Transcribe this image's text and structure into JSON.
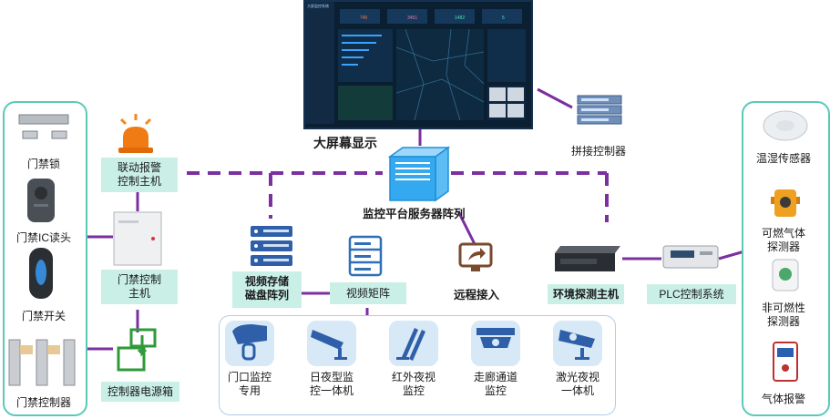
{
  "top": {
    "big_screen": "大屏幕显示",
    "splice_controller": "拼接控制器",
    "server_array": "监控平台服务器阵列",
    "remote_access": "远程接入"
  },
  "dashboard": {
    "app_title": "大屏监控系统",
    "stats": [
      "745",
      "3451",
      "1482",
      "5"
    ]
  },
  "left_panel": {
    "items": [
      "门禁锁",
      "门禁IC读头",
      "门禁开关",
      "门禁控制器"
    ]
  },
  "middle": {
    "alarm_host": [
      "联动报警",
      "控制主机"
    ],
    "access_host": [
      "门禁控制",
      "主机"
    ],
    "power_box": "控制器电源箱",
    "storage": [
      "视频存储",
      "磁盘阵列"
    ],
    "matrix": "视频矩阵",
    "env_host": "环境探测主机",
    "plc": "PLC控制系统"
  },
  "cameras": [
    {
      "label": [
        "门口监控",
        "专用"
      ],
      "icon": "dome-camera-icon"
    },
    {
      "label": [
        "日夜型监",
        "控一体机"
      ],
      "icon": "day-night-camera-icon"
    },
    {
      "label": [
        "红外夜视",
        "监控"
      ],
      "icon": "infrared-camera-icon"
    },
    {
      "label": [
        "走廊通道",
        "监控"
      ],
      "icon": "corridor-camera-icon"
    },
    {
      "label": [
        "激光夜视",
        "一体机"
      ],
      "icon": "laser-camera-icon"
    }
  ],
  "right_panel": {
    "items": [
      [
        "温湿传感器"
      ],
      [
        "可燃气体",
        "探测器"
      ],
      [
        "非可燃性",
        "探测器"
      ],
      [
        "气体报警"
      ]
    ]
  },
  "colors": {
    "panel_border": "#5cc9b8",
    "mint": "#c9efe6",
    "dashed_line": "#7b2fa0",
    "server_blue": "#35a9f0",
    "icon_blue": "#2f5fa8"
  }
}
